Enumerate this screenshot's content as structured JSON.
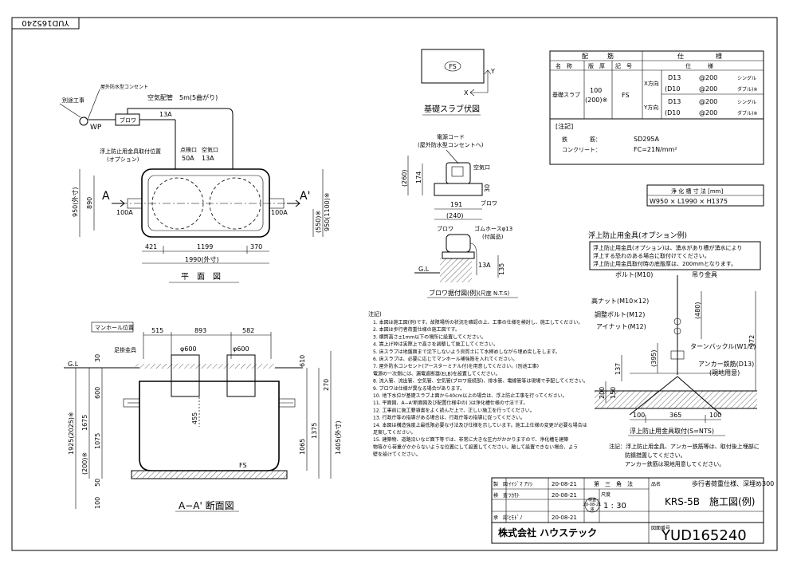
{
  "drawing_id_stamp": "YUD165240",
  "slab_diagram": {
    "fs": "FS",
    "x_axis": "X",
    "y_axis": "Y",
    "title": "基礎スラブ伏図"
  },
  "rebar_table": {
    "header_rebar": "配　　　筋",
    "header_spec": "仕　　　　　様",
    "col_name": "名　称",
    "col_thickness": "版　厚",
    "col_symbol": "記　号",
    "col_spec": "仕　　　様",
    "row_name": "基礎スラブ",
    "thickness": "100",
    "thickness_alt": "(200)※",
    "symbol": "FS",
    "dir_x": "X方向",
    "dir_y": "Y方向",
    "x1_bar": "D13",
    "x1_pitch": "@200",
    "x1_type": "シングル",
    "x2_bar": "(D10",
    "x2_pitch": "@200",
    "x2_type": "ダブル)※",
    "y1_bar": "D13",
    "y1_pitch": "@200",
    "y1_type": "シングル",
    "y2_bar": "(D10",
    "y2_pitch": "@200",
    "y2_type": "ダブル)※"
  },
  "notes_box": {
    "title": "[注記]",
    "steel_label": "鉄　　　　筋：",
    "steel_value": "SD295A",
    "concrete_label": "コンクリート：",
    "concrete_value": "FC=21N/mm²"
  },
  "clean_dims": {
    "title": "浄 化 槽 寸 法 [mm]",
    "value": "W950 × L1990 × H1375"
  },
  "plan": {
    "breaker": "別途工事",
    "wp": "WP",
    "outlet_label": "屋外防水型コンセント",
    "air_pipe": "空気配管　5m(5曲がり)",
    "blower": "ブロワ",
    "pipe_13a": "13A",
    "float_pos": "浮上防止用金具取付位置",
    "option": "(オプション)",
    "inspection": "点検口",
    "air_vent": "空気口",
    "size_50a": "50A",
    "size_13a": "13A",
    "a_left": "A",
    "a_right": "A'",
    "in_100a": "100A",
    "out_100a": "100A",
    "dim_950": "950(外寸)",
    "dim_890": "890",
    "dim_950r": "950(1100)※",
    "dim_550": "(550)※",
    "dim_421": "421",
    "dim_1199": "1199",
    "dim_370": "370",
    "dim_1990": "1990(外寸)",
    "title": "平　面　図"
  },
  "section": {
    "manhole": "マンホール位置",
    "d515": "515",
    "d893": "893",
    "d582": "582",
    "ladder": "足掛金具",
    "gl": "G.L",
    "phi600a": "φ600",
    "phi600b": "φ600",
    "d30": "30",
    "d610": "610",
    "d600": "600",
    "d270": "270",
    "d1675": "1675",
    "d1075": "1075",
    "d455": "455",
    "d1375": "1375",
    "d1065": "1065",
    "d1405": "1405(外寸)",
    "d1925": "1925(2025)※",
    "d200": "(200)※",
    "d50": "50",
    "d100": "100",
    "fs": "FS",
    "title": "A−A' 断面図"
  },
  "blower_detail": {
    "power_cord": "電源コード",
    "outlet_to": "(屋外防水型コンセントへ)",
    "air_port": "空気口",
    "d260": "(260)",
    "d174": "174",
    "d30": "30",
    "d191": "191",
    "d240": "(240)",
    "blower": "ブロワ",
    "blower2": "ブロワ",
    "hose": "ゴムホースφ13",
    "hose_note": "(付属品)",
    "gl": "G.L",
    "d13a": "13A",
    "d135": "135",
    "title": "ブロワ据付図(例)",
    "scale": "(尺度 N.T.S)"
  },
  "general_notes": {
    "title": "注記)",
    "items": [
      "1. 本図は施工図(例)です。故障場所の状況を確認の上、工事の仕様を検討し、施工してください。",
      "2. 本図は歩行者荷重仕様の施工図です。",
      "3. 横筒高さ±1mm以下の場所に設置してください。",
      "4. 嵩上げ枠は実際上で高さを調整して施工してください。",
      "5. 床スラブは地盤面まで沈下しないよう良質土にて水締めしながら埋め戻しをします。",
      "6. 床スラブは、必要に応じてマンホール補強筋を入れてください。",
      "7. 屋外防水コンセント(アースターミナル付)を用意してください。(別途工事)",
      "   電源の一次側には、漏電遮断器(ELB)を設置してください。",
      "8. 流入管、流出管、空気管、空気管(ブロワ接続部)、排水管、電線管等は現場で手配してください。",
      "9. ブロワは仕様が異なる場合があります。",
      "10. 地下水位が基礎スラブ上面から40cm以上の場合は、浮上防止工事を行ってください。",
      "11. 平面図、A−A'断面図及び配置仕様中の( )は浄化槽仕様の寸法です。",
      "12. 工事前に施工要領書をよく読んだ上で、正しい施工を行ってください。",
      "13. 行政庁等の指導がある場合は、行政庁等の指導に従ってください。",
      "14. 本図は構造強度上最低限必要な寸法及び仕様を示しています。施工上仕様の変更が必要な場合は",
      "    足案してください。",
      "15. 建築物、道路沿いなど面下等では、非常に大きな圧力がかかりますので、浄化槽を建築",
      "    物等から荷重がかからないような位置にして設置してください。離して設置できない場合、よう",
      "    壁を設けてください。"
    ]
  },
  "float_detail": {
    "title": "浮上防止用金具(オプション例)",
    "note1": "浮上防止用金具(オプション)は、湧水があり槽が湧水により",
    "note2": "浮上する恐れのある場合に取付けてください。",
    "note3": "浮上防止用金具取付時の底版厚は、200mmとなります。",
    "bolt_m10": "ボルト(M10)",
    "hanger": "吊り金具",
    "nut_m10x12": "高ナット(M10×12)",
    "adj_bolt": "調整ボルト(M12)",
    "eye_nut": "アイナット(M12)",
    "turnbuckle": "ターンバックル(W1/2)",
    "anchor": "アンカー鉄筋(D13)",
    "anchor_note": "(現地用意)",
    "d480": "(480)",
    "d972": "972",
    "d395": "(395)",
    "d137": "137",
    "d200": "200",
    "d150": "150",
    "d100a": "100",
    "d365": "365",
    "d100b": "100",
    "section_title": "浮上防止用金具取付(S=NTS)",
    "remark1": "注記：浮上防止用金具、アンカー鉄筋等は、取付後上埋部に",
    "remark2": "防錆措置してください。",
    "remark3": "アンカー鉄筋は現地用意してください。"
  },
  "title_block": {
    "design_label": "製　図",
    "design_name": "ｲｲｼﾞﾏ ｱﾂｼ",
    "design_date": "20-08-21",
    "check_label": "検　査",
    "check_name": "ﾂｶﾓﾄ",
    "check_date": "20-08-21",
    "approve_label": "承　認",
    "approve_name": "ﾋﾓﾄﾞﾉ",
    "approve_date": "20-08-21",
    "angle_label": "第　三　角　法",
    "product_label": "品名",
    "product_spec": "歩行者荷重仕様、深埋め300",
    "model": "KRS-5B　施工図(例)",
    "scale_label": "尺度",
    "scale": "1 : 30",
    "stamp_top": "検査",
    "stamp_date": "20-08-21",
    "stamp_bottom": "澤",
    "company": "株式会社 ハウステック",
    "drawing_label": "図面番号",
    "drawing_no": "YUD165240"
  }
}
